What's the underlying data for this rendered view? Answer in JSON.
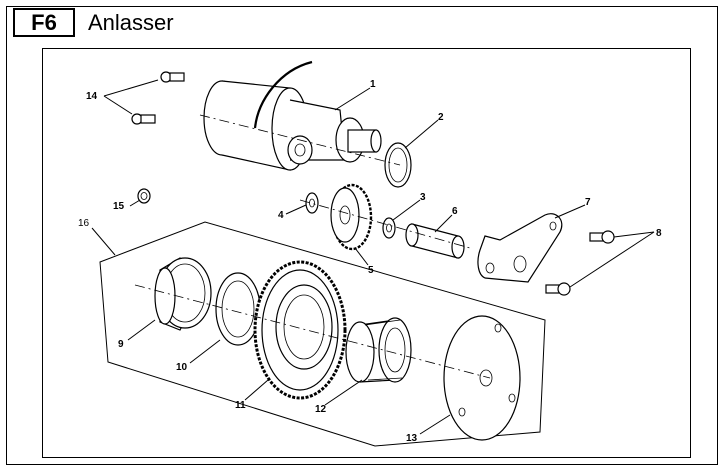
{
  "header": {
    "code": "F6",
    "title": "Anlasser"
  },
  "callouts": {
    "c1": "1",
    "c2": "2",
    "c3": "3",
    "c4": "4",
    "c5": "5",
    "c6": "6",
    "c7": "7",
    "c8": "8",
    "c9": "9",
    "c10": "10",
    "c11": "11",
    "c12": "12",
    "c13": "13",
    "c14": "14",
    "c15": "15",
    "c16": "16"
  }
}
